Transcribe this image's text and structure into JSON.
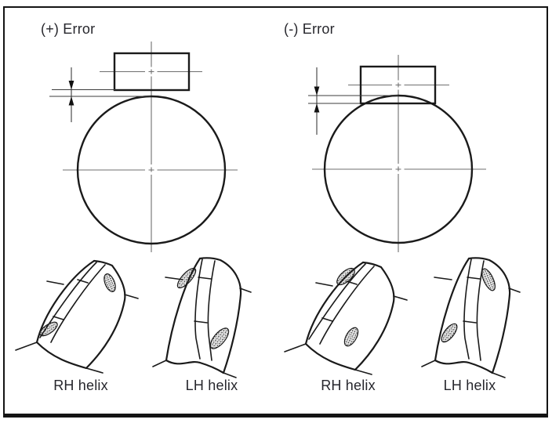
{
  "figure": {
    "panels": [
      {
        "error_label": "(+) Error",
        "schematic": "hob above gear blank with clearance gap",
        "teeth": [
          {
            "label": "RH helix",
            "contact_marks": [
              "left-flank-bottom",
              "right-flank-top"
            ]
          },
          {
            "label": "LH helix",
            "contact_marks": [
              "left-flank-top",
              "right-flank-bottom"
            ]
          }
        ]
      },
      {
        "error_label": "(-) Error",
        "schematic": "hob overlapping gear blank (interference)",
        "teeth": [
          {
            "label": "RH helix",
            "contact_marks": [
              "left-flank-top",
              "right-flank-bottom"
            ]
          },
          {
            "label": "LH helix",
            "contact_marks": [
              "left-flank-bottom",
              "right-flank-top"
            ]
          }
        ]
      }
    ],
    "colors": {
      "line": "#1a1a1a",
      "centerline": "#6f6f6f",
      "extension_line": "#3c3c3c",
      "text": "#26262c",
      "frame": "#141414",
      "background": "#ffffff"
    }
  }
}
